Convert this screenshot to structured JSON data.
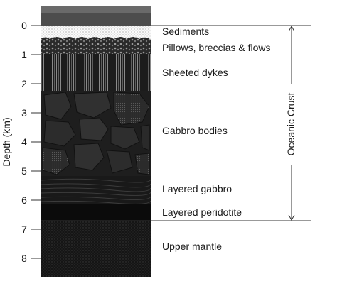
{
  "axis": {
    "label": "Depth (km)",
    "ticks": [
      "0",
      "1",
      "2",
      "3",
      "4",
      "5",
      "6",
      "7",
      "8"
    ]
  },
  "layers": {
    "sediments": "Sediments",
    "pillows": "Pillows, breccias & flows",
    "dykes": "Sheeted dykes",
    "gabbro_bodies": "Gabbro bodies",
    "layered_gabbro": "Layered gabbro",
    "layered_peridotite": "Layered peridotite",
    "upper_mantle": "Upper mantle"
  },
  "crust": {
    "label": "Oceanic Crust"
  },
  "colors": {
    "column_dark": "#1b1b1b",
    "column_top": "#555555",
    "sediment": "#f2f2f2",
    "line": "#333333"
  }
}
